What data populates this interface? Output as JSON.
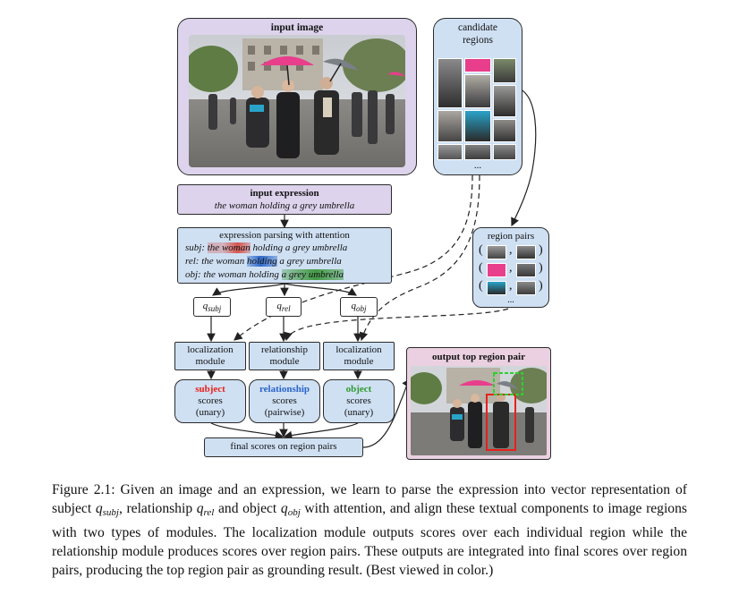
{
  "input_image": {
    "label": "input image"
  },
  "candidate_regions": {
    "label_line1": "candidate",
    "label_line2": "regions",
    "ellipsis": "..."
  },
  "input_expression": {
    "label": "input expression",
    "text": "the woman holding a grey umbrella"
  },
  "parsing": {
    "label": "expression parsing with attention",
    "subj": {
      "prefix": "subj: ",
      "before": "the ",
      "highlight": "woman",
      "after": " holding a grey umbrella"
    },
    "rel": {
      "prefix": "rel: ",
      "before": "the woman ",
      "highlight": "holding",
      "after": " a grey umbrella"
    },
    "obj": {
      "prefix": "obj: ",
      "before": "the woman holding ",
      "highlight": "a grey umbrella",
      "after": ""
    }
  },
  "vectors": {
    "subj": {
      "q": "q",
      "sub": "subj"
    },
    "rel": {
      "q": "q",
      "sub": "rel"
    },
    "obj": {
      "q": "q",
      "sub": "obj"
    }
  },
  "region_pairs": {
    "label": "region pairs",
    "ellipsis": "...",
    "pair_brackets": [
      "(",
      ",",
      ")"
    ]
  },
  "modules": {
    "subj_module": {
      "line1": "localization",
      "line2": "module"
    },
    "rel_module": {
      "line1": "relationship",
      "line2": "module"
    },
    "obj_module": {
      "line1": "localization",
      "line2": "module"
    }
  },
  "scores": {
    "subject": {
      "title": "subject",
      "line2": "scores",
      "line3": "(unary)"
    },
    "relationship": {
      "title": "relationship",
      "line2": "scores",
      "line3": "(pairwise)"
    },
    "object": {
      "title": "object",
      "line2": "scores",
      "line3": "(unary)"
    }
  },
  "final_scores": {
    "label": "final scores on region pairs"
  },
  "output": {
    "label": "output top region pair"
  },
  "caption": {
    "prefix": "Figure 2.1: Given an image and an expression, we learn to parse the expression into vector representation of subject ",
    "q1": "q",
    "s1": "subj",
    "mid1": ", relationship ",
    "q2": "q",
    "s2": "rel",
    "mid2": " and object ",
    "q3": "q",
    "s3": "obj",
    "suffix": " with attention, and align these textual components to image regions with two types of modules. The localization module outputs scores over each individual region while the relationship module produces scores over region pairs. These outputs are integrated into final scores over region pairs, producing the top region pair as grounding result. (Best viewed in color.)"
  },
  "colors": {
    "subject": "#e8211b",
    "relationship": "#2a63c9",
    "object": "#2f9a2f",
    "input_fill": "#ddd3ec",
    "region_fill": "#cfe0f3",
    "output_fill": "#ead0e0",
    "umbrella": "#e83e8c"
  }
}
